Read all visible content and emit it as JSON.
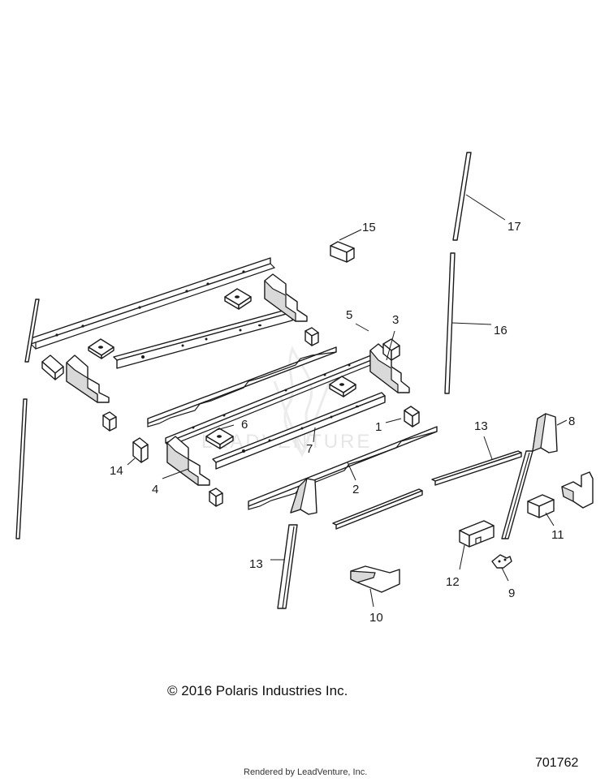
{
  "callouts": {
    "c1": "1",
    "c2": "2",
    "c3": "3",
    "c4": "4",
    "c5": "5",
    "c6": "6",
    "c7": "7",
    "c8": "8",
    "c9": "9",
    "c10": "10",
    "c11": "11",
    "c12": "12",
    "c13a": "13",
    "c13b": "13",
    "c14": "14",
    "c15": "15",
    "c16": "16",
    "c17": "17"
  },
  "watermark": "LEADVENTURE",
  "copyright": "© 2016 Polaris Industries Inc.",
  "diagram_number": "701762",
  "rendered_by": "Rendered by LeadVenture, Inc."
}
